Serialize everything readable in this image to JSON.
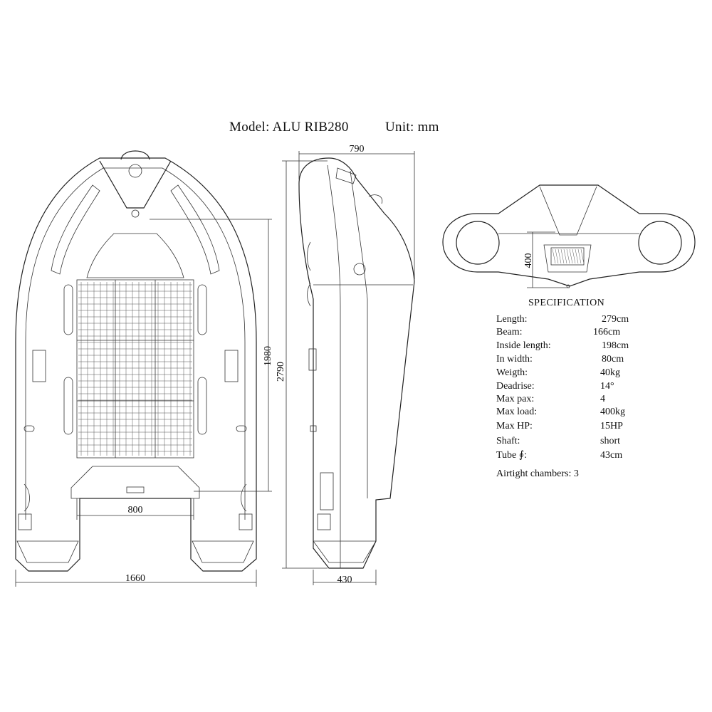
{
  "header": {
    "model": "Model: ALU RIB280",
    "unit": "Unit: mm"
  },
  "dimensions": {
    "overall_length": "2790",
    "inside_length": "1980",
    "beam": "1660",
    "inside_width": "800",
    "side_top_width": "790",
    "tube_diameter": "430",
    "front_height": "400"
  },
  "specification": {
    "title": "SPECIFICATION",
    "rows": [
      {
        "label": "Length:",
        "value": "279cm"
      },
      {
        "label": "Beam:",
        "value": "166cm"
      },
      {
        "label": "Inside length:",
        "value": "198cm"
      },
      {
        "label": "In width:",
        "value": "80cm"
      },
      {
        "label": "Weigth:",
        "value": "40kg"
      },
      {
        "label": "Deadrise:",
        "value": "14°"
      },
      {
        "label": "Max pax:",
        "value": "4"
      },
      {
        "label": "Max load:",
        "value": "400kg"
      },
      {
        "label": "Max HP:",
        "value": "15HP"
      },
      {
        "label": "Shaft:",
        "value": "short"
      },
      {
        "label": "Tube ∮:",
        "value": "43cm"
      },
      {
        "label": "Airtight chambers: 3",
        "value": ""
      }
    ]
  }
}
